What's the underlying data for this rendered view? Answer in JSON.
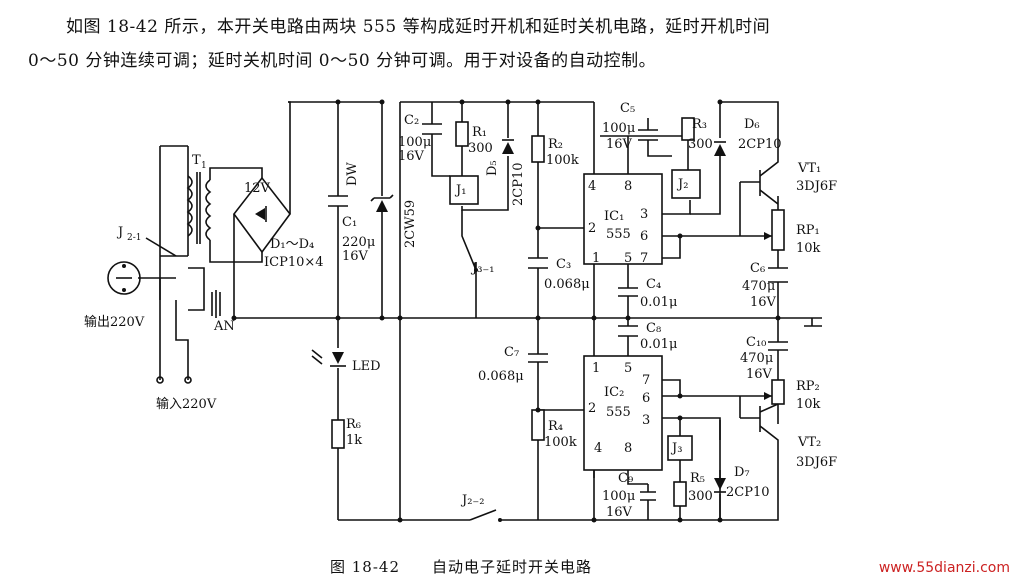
{
  "intro": {
    "line1": "如图 18-42 所示，本开关电路由两块 555 等构成延时开机和延时关机电路，延时开机时间",
    "line2": "0～50 分钟连续可调；延时关机时间 0～50 分钟可调。用于对设备的自动控制。"
  },
  "labels": {
    "t1": "T",
    "t1_sub": "1",
    "v12": "12V",
    "j21": "J",
    "j21_sub": "2-1",
    "out": "输出220V",
    "in": "输入220V",
    "an": "AN",
    "d1d4": "D₁～D₄",
    "icp": "ICP10×4",
    "c1": "C₁",
    "c1v": "220μ",
    "c1u": "16V",
    "dw": "DW",
    "dwtype": "2CW59",
    "led": "LED",
    "r6": "R₆",
    "r6v": "1k",
    "c2": "C₂",
    "c2v": "100μ",
    "c2u": "16V",
    "r1": "R₁",
    "r1v": "300",
    "d5": "D₅",
    "d5t": "2CP10",
    "j1": "J₁",
    "j31": "J₃₋₁",
    "r2": "R₂",
    "r2v": "100k",
    "c3": "C₃",
    "c3v": "0.068μ",
    "c5": "C₅",
    "c5v": "100μ",
    "c5u": "16V",
    "r3": "R₃",
    "r3v": "300",
    "d6": "D₆",
    "d6t": "2CP10",
    "j2": "J₂",
    "ic1": "IC₁",
    "ic1t": "555",
    "c4": "C₄",
    "c4v": "0.01μ",
    "vt1": "VT₁",
    "vt1t": "3DJ6F",
    "rp1": "RP₁",
    "rp1v": "10k",
    "c6": "C₆",
    "c6v": "470μ",
    "c6u": "16V",
    "c8": "C₈",
    "c8v": "0.01μ",
    "c7": "C₇",
    "c7v": "0.068μ",
    "ic2": "IC₂",
    "ic2t": "555",
    "r4": "R₄",
    "r4v": "100k",
    "j3": "J₃",
    "r5": "R₅",
    "r5v": "300",
    "d7": "D₇",
    "d7t": "2CP10",
    "c9": "C₉",
    "c9v": "100μ",
    "c9u": "16V",
    "c10": "C₁₀",
    "c10v": "470μ",
    "c10u": "16V",
    "rp2": "RP₂",
    "rp2v": "10k",
    "vt2": "VT₂",
    "vt2t": "3DJ6F",
    "j22": "J₂₋₂",
    "p1": "1",
    "p2": "2",
    "p3": "3",
    "p4": "4",
    "p5": "5",
    "p6": "6",
    "p7": "7",
    "p8": "8"
  },
  "caption": "图 18-42　　自动电子延时开关电路",
  "watermark": "www.55dianzi.com"
}
